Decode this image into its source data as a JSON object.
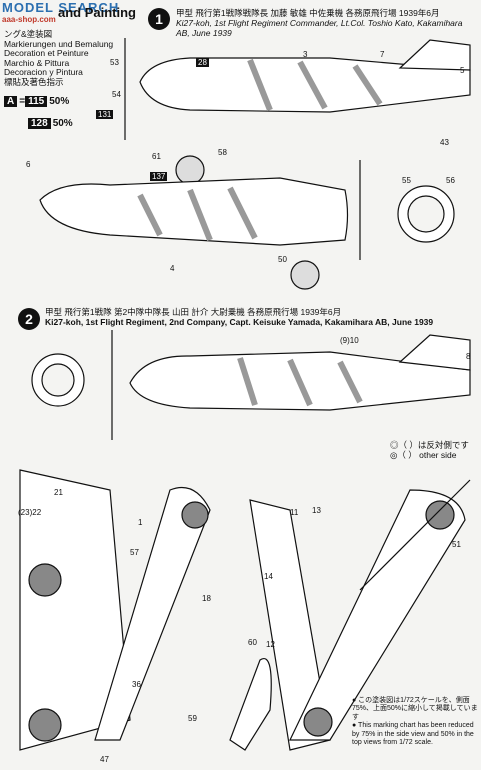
{
  "watermark": {
    "text": "MODEL SEARCH",
    "sub": "aaa-shop.com"
  },
  "header": {
    "title": "and Painting",
    "langs": [
      "ング&塗装図",
      "Markierungen und Bemalung",
      "Decoration et Peinture",
      "Marchio & Pittura",
      "Decoracion y Pintura",
      "標貼及著色指示"
    ]
  },
  "legend": {
    "a1_box": "A",
    "a1_eq": "=",
    "a1_c1": "115",
    "a1_pct": "50%",
    "a1_c2": "128",
    "a1_pct2": "50%"
  },
  "scheme1": {
    "badge": "1",
    "caption_jp": "甲型 飛行第1戦隊戦隊長 加藤 敏雄 中佐乗機 各務原飛行場 1939年6月",
    "caption_en": "Ki27-koh, 1st Flight Regiment Commander, Lt.Col. Toshio Kato, Kakamihara AB, June 1939"
  },
  "scheme2": {
    "badge": "2",
    "caption_jp": "甲型 飛行第1戦隊 第2中隊中隊長 山田 計介 大尉乗機 各務原飛行場 1939年6月",
    "caption_en": "Ki27-koh, 1st Flight Regiment, 2nd Company, Capt. Keisuke Yamada, Kakamihara AB, June 1939"
  },
  "side_legend": {
    "l1": "◎（  ）は反対側です",
    "l2": "◎（  ） other side"
  },
  "note": {
    "jp": "● この塗装図は1/72スケールを、側面75%、上面50%に縮小して掲載しています",
    "en": "● This marking chart has been reduced by 75% in the side view and 50% in the top views from 1/72 scale."
  },
  "callouts": {
    "n53": "53",
    "n58": "58",
    "n28": "28",
    "n3": "3",
    "n7": "7",
    "n5": "5",
    "n54": "54",
    "n131": "131",
    "n43": "43",
    "n61": "61",
    "n137": "137",
    "n6": "6",
    "n4": "4",
    "n50": "50",
    "n55": "55",
    "n56": "56",
    "n10": "10",
    "n9": "9",
    "n8": "8",
    "n21": "21",
    "n23": "23",
    "n22": "22",
    "n1": "1",
    "n57": "57",
    "n18": "18",
    "n36": "36",
    "n47": "47",
    "n51": "51",
    "n11": "11",
    "n13": "13",
    "n12": "12",
    "n14": "14",
    "n60": "60",
    "n59": "59",
    "A": "A"
  }
}
